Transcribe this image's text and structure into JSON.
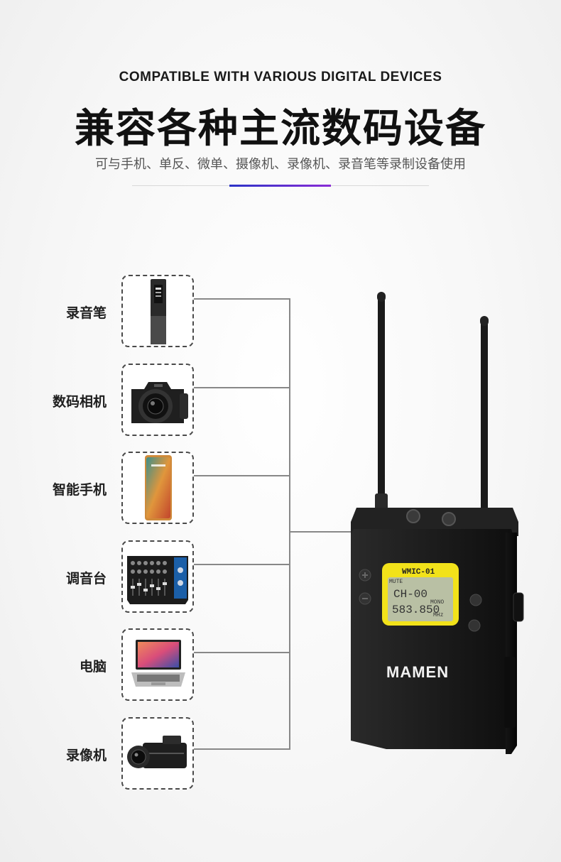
{
  "header": {
    "subtitle_en": "COMPATIBLE WITH VARIOUS DIGITAL DEVICES",
    "title_cn": "兼容各种主流数码设备",
    "description_cn": "可与手机、单反、微单、摄像机、录像机、录音笔等录制设备使用"
  },
  "devices": [
    {
      "label": "录音笔",
      "icon": "voice-recorder-icon"
    },
    {
      "label": "数码相机",
      "icon": "camera-icon"
    },
    {
      "label": "智能手机",
      "icon": "smartphone-icon"
    },
    {
      "label": "调音台",
      "icon": "mixer-icon"
    },
    {
      "label": "电脑",
      "icon": "laptop-icon"
    },
    {
      "label": "录像机",
      "icon": "camcorder-icon"
    }
  ],
  "receiver": {
    "brand": "MAMEN",
    "model": "WMIC-01",
    "lcd_mute": "MUTE",
    "lcd_channel": "CH-00",
    "lcd_mode": "MONO",
    "lcd_frequency": "583.850",
    "lcd_unit": "MHz"
  },
  "colors": {
    "accent_start": "#2b33c7",
    "accent_end": "#8a2bd6",
    "lcd_bezel": "#f2e21a"
  }
}
